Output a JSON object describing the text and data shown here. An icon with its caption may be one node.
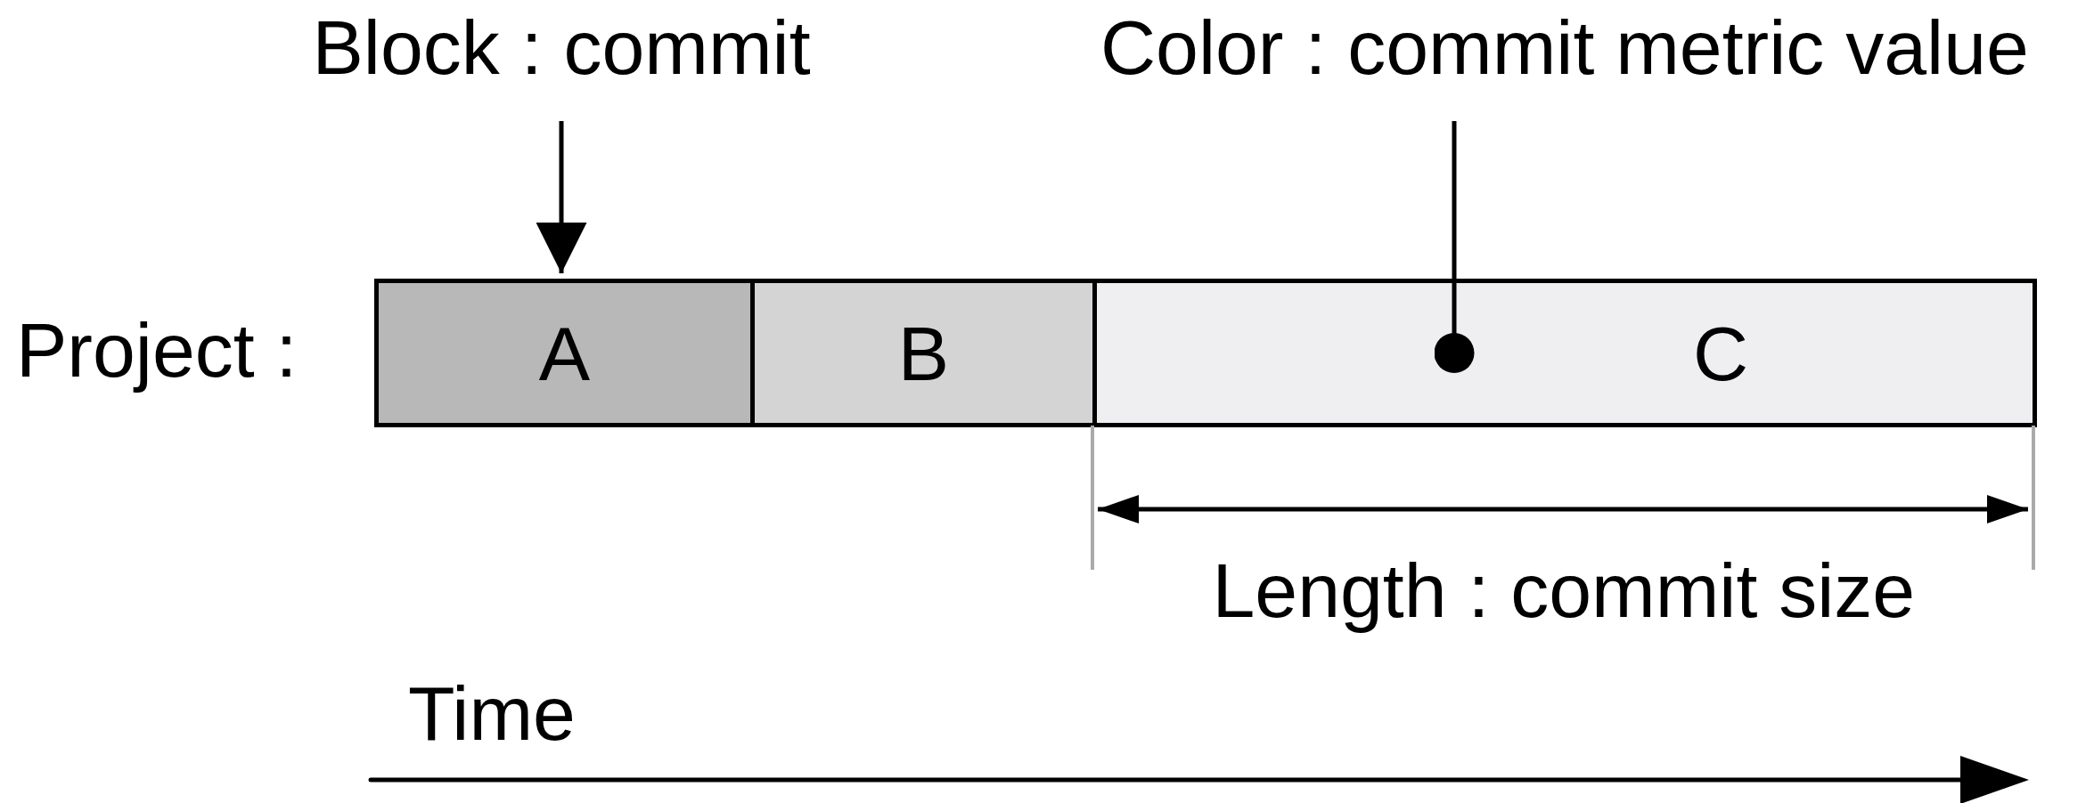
{
  "diagram": {
    "nodes": [
      {
        "text": [
          "Block : commit"
        ]
      },
      {
        "text": [
          "A"
        ]
      },
      {
        "text": [
          "B"
        ]
      },
      {
        "text": [
          "C"
        ]
      },
      {
        "text": [
          "Color : commit metric value"
        ]
      }
    ],
    "edges": [
      {
        "from": 0,
        "to": 1,
        "arrow": "to"
      },
      {
        "from": 4,
        "to": 3,
        "arrow": "other"
      }
    ],
    "labels": [
      "Project :",
      "Length : commit size",
      "Time"
    ]
  }
}
